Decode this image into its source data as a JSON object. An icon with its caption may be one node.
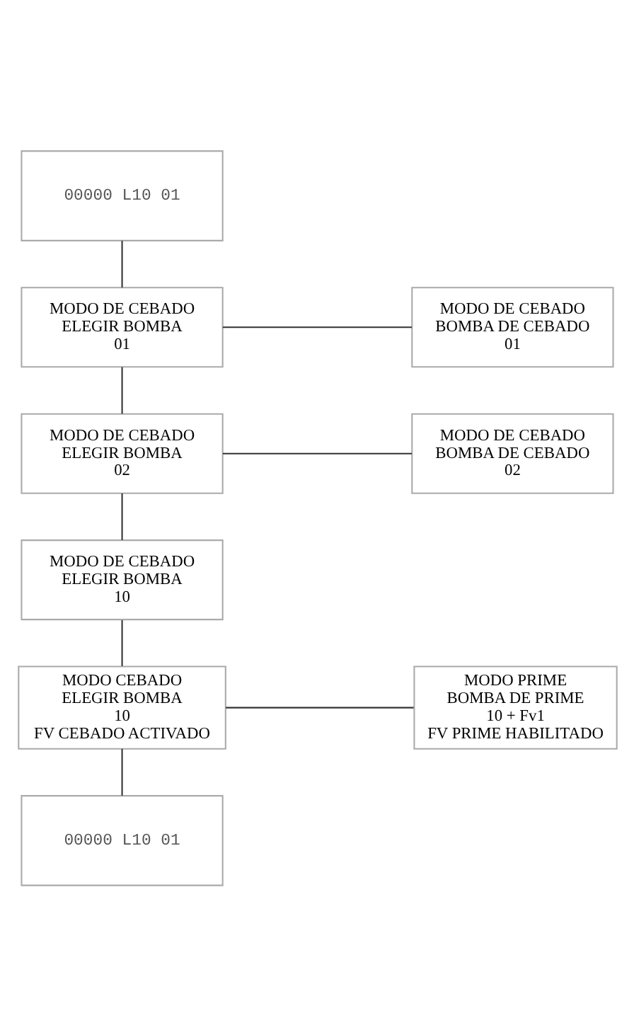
{
  "diagram": {
    "nodes": [
      {
        "text": [
          "00000 L10 01"
        ]
      },
      {
        "text": [
          "MODO DE CEBADO",
          "ELEGIR BOMBA",
          "01"
        ]
      },
      {
        "text": [
          "MODO DE CEBADO",
          "BOMBA DE CEBADO",
          "01"
        ]
      },
      {
        "text": [
          "MODO DE CEBADO",
          "ELEGIR BOMBA",
          "02"
        ]
      },
      {
        "text": [
          "MODO DE CEBADO",
          "BOMBA DE CEBADO",
          "02"
        ]
      },
      {
        "text": [
          "MODO DE CEBADO",
          "ELEGIR BOMBA",
          "10"
        ]
      },
      {
        "text": [
          "MODO CEBADO",
          "ELEGIR BOMBA",
          "10",
          "FV CEBADO ACTIVADO"
        ]
      },
      {
        "text": [
          "MODO PRIME",
          "BOMBA DE PRIME",
          "10 + Fv1",
          "FV PRIME HABILITADO"
        ]
      },
      {
        "text": [
          "00000 L10 01"
        ]
      }
    ],
    "edges": [
      {
        "from": 0,
        "to": 1,
        "arrow": "none"
      },
      {
        "from": 1,
        "to": 2,
        "arrow": "none"
      },
      {
        "from": 1,
        "to": 3,
        "arrow": "none"
      },
      {
        "from": 3,
        "to": 4,
        "arrow": "none"
      },
      {
        "from": 3,
        "to": 5,
        "arrow": "none"
      },
      {
        "from": 5,
        "to": 6,
        "arrow": "none"
      },
      {
        "from": 6,
        "to": 7,
        "arrow": "none"
      },
      {
        "from": 6,
        "to": 8,
        "arrow": "none"
      }
    ]
  }
}
